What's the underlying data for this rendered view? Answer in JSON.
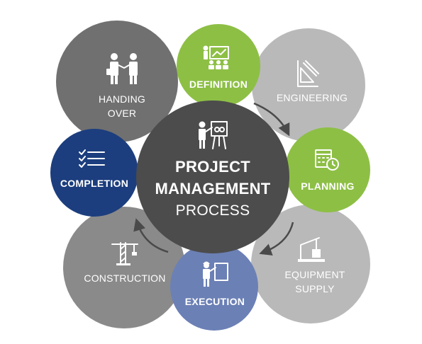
{
  "center": {
    "line1": "PROJECT",
    "line2": "MANAGEMENT",
    "line3": "PROCESS",
    "icon": "presenter-board-icon"
  },
  "phases": {
    "handing_over": {
      "line1": "HANDING",
      "line2": "OVER",
      "icon": "handshake-people-icon"
    },
    "engineering": {
      "label": "ENGINEERING",
      "icon": "drafting-tools-icon"
    },
    "equipment_supply": {
      "line1": "EQUIPMENT",
      "line2": "SUPPLY",
      "icon": "crane-lifting-box-icon"
    },
    "construction": {
      "label": "CONSTRUCTION",
      "icon": "tower-crane-icon"
    },
    "definition": {
      "label": "DEFINITION",
      "icon": "meeting-presentation-icon"
    },
    "planning": {
      "label": "PLANNING",
      "icon": "calendar-clock-icon"
    },
    "execution": {
      "label": "EXECUTION",
      "icon": "worker-board-icon"
    },
    "completion": {
      "label": "COMPLETION",
      "icon": "checklist-icon"
    }
  },
  "colors": {
    "dark_gray": "#707070",
    "mid_gray": "#8a8a8a",
    "light_gray": "#b9b9b9",
    "center_gray": "#4c4c4c",
    "green": "#8dbf45",
    "blue": "#6b80b5",
    "navy": "#1c3e7e"
  }
}
